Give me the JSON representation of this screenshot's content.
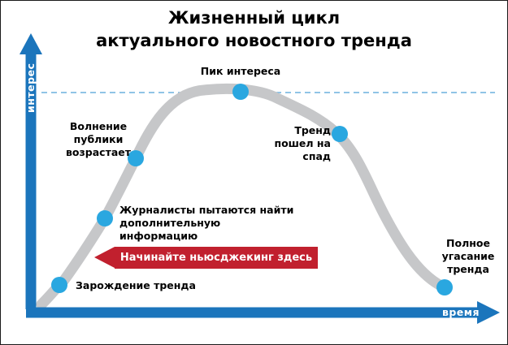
{
  "title": {
    "line1": "Жизненный цикл",
    "line2": "актуального новостного тренда"
  },
  "axes": {
    "y_label": "интерес",
    "x_label": "время"
  },
  "points": [
    {
      "label": "Зарождение тренда"
    },
    {
      "label": "Журналисты пытаются найти дополнительную информацию"
    },
    {
      "label": "Волнение публики возрастает"
    },
    {
      "label": "Пик интереса"
    },
    {
      "label": "Тренд пошел на спад"
    },
    {
      "label": "Полное угасание тренда"
    }
  ],
  "banner": {
    "label": "Начинайте ньюсджекинг здесь"
  },
  "colors": {
    "axis_blue": "#1b75bc",
    "dot_blue": "#2aa7e0",
    "curve_gray": "#c6c7c9",
    "dashed_blue": "#6cb0dd",
    "banner_red": "#c1202e"
  }
}
